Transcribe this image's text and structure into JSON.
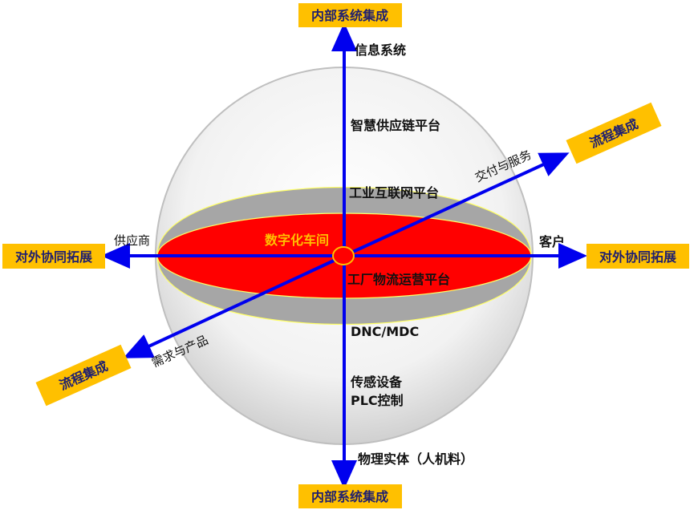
{
  "axes": {
    "top_box": "内部系统集成",
    "bottom_box": "内部系统集成",
    "left_box": "对外协同拓展",
    "right_box": "对外协同拓展",
    "diag_upper_box": "流程集成",
    "diag_lower_box": "流程集成"
  },
  "labels": {
    "info_system": "信息系统",
    "smart_supply": "智慧供应链平台",
    "industrial_internet": "工业互联网平台",
    "digital_workshop": "数字化车间",
    "factory_logistics": "工厂物流运营平台",
    "dnc_mdc": "DNC/MDC",
    "sensor_device": "传感设备",
    "plc_control": "PLC控制",
    "physical_entity": "物理实体（人机料）",
    "supplier": "供应商",
    "customer": "客户",
    "delivery_service": "交付与服务",
    "demand_product": "需求与产品"
  },
  "colors": {
    "axis": "#0000ee",
    "box_fill": "#ffc000",
    "core_red": "#ff0000",
    "band_gray": "#a6a6a6",
    "highlight_text": "#ffc000"
  }
}
